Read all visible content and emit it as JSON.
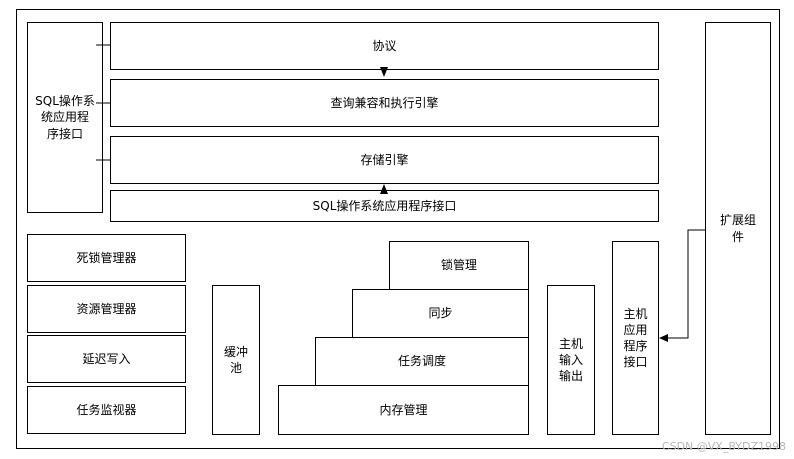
{
  "diagram": {
    "sql_api_left": "SQL操作系\n统应用程\n序接口",
    "protocol": "协议",
    "query_engine": "查询兼容和执行引擎",
    "storage_engine": "存储引擎",
    "sql_api_bottom": "SQL操作系统应用程序接口",
    "extension": "扩展组\n件",
    "deadlock_manager": "死锁管理器",
    "resource_manager": "资源管理器",
    "lazy_writer": "延迟写入",
    "task_monitor": "任务监视器",
    "buffer_pool": "缓冲\n池",
    "lock_management": "锁管理",
    "synchronization": "同步",
    "task_scheduling": "任务调度",
    "memory_management": "内存管理",
    "host_io": "主机\n输入\n输出",
    "host_api": "主机\n应用\n程序\n接口"
  },
  "watermark": "CSDN @VX_BYDZ1998"
}
